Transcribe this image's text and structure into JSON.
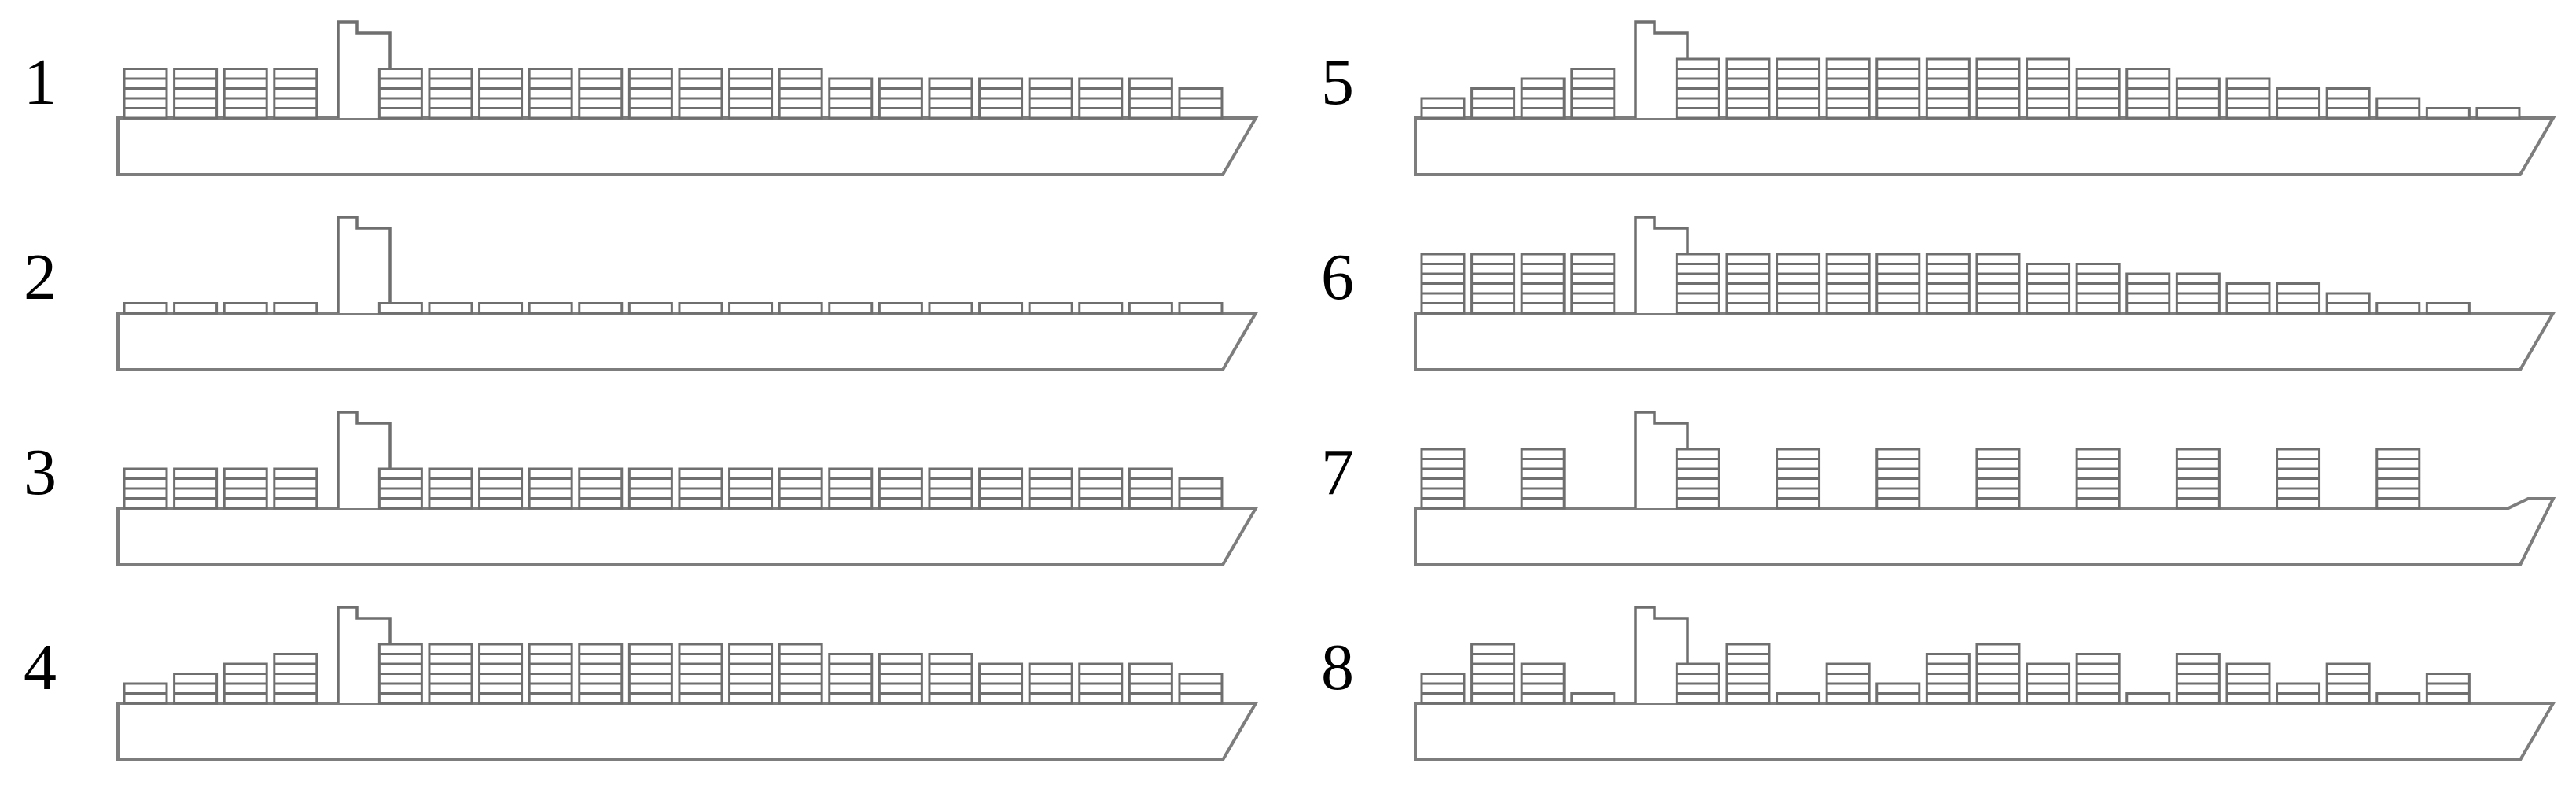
{
  "diagram": {
    "stroke_color": "#6f6f6f",
    "ships": [
      {
        "id": "1",
        "label": "1",
        "bow": "normal",
        "bays": [
          5,
          5,
          5,
          5,
          5,
          5,
          5,
          5,
          5,
          5,
          5,
          5,
          5,
          4,
          4,
          4,
          4,
          4,
          4,
          4,
          3
        ]
      },
      {
        "id": "2",
        "label": "2",
        "bow": "normal",
        "bays": [
          1,
          1,
          1,
          1,
          1,
          1,
          1,
          1,
          1,
          1,
          1,
          1,
          1,
          1,
          1,
          1,
          1,
          1,
          1,
          1,
          1
        ]
      },
      {
        "id": "3",
        "label": "3",
        "bow": "normal",
        "bays": [
          4,
          4,
          4,
          4,
          4,
          4,
          4,
          4,
          4,
          4,
          4,
          4,
          4,
          4,
          4,
          4,
          4,
          4,
          4,
          4,
          3
        ]
      },
      {
        "id": "4",
        "label": "4",
        "bow": "normal",
        "bays": [
          2,
          3,
          4,
          5,
          6,
          6,
          6,
          6,
          6,
          6,
          6,
          6,
          6,
          5,
          5,
          5,
          4,
          4,
          4,
          4,
          3
        ]
      },
      {
        "id": "5",
        "label": "5",
        "bow": "normal",
        "bays": [
          2,
          3,
          4,
          5,
          6,
          6,
          6,
          6,
          6,
          6,
          6,
          6,
          5,
          5,
          4,
          4,
          3,
          3,
          2,
          1,
          1
        ]
      },
      {
        "id": "6",
        "label": "6",
        "bow": "normal",
        "bays": [
          6,
          6,
          6,
          6,
          6,
          6,
          6,
          6,
          6,
          6,
          6,
          5,
          5,
          4,
          4,
          3,
          3,
          2,
          1,
          1,
          0
        ]
      },
      {
        "id": "7",
        "label": "7",
        "bow": "raised",
        "bays": [
          6,
          0,
          6,
          0,
          6,
          0,
          6,
          0,
          6,
          0,
          6,
          0,
          6,
          0,
          6,
          0,
          6,
          0,
          6,
          0,
          0
        ]
      },
      {
        "id": "8",
        "label": "8",
        "bow": "normal",
        "bays": [
          3,
          6,
          4,
          1,
          4,
          6,
          1,
          4,
          2,
          5,
          6,
          4,
          5,
          1,
          5,
          4,
          2,
          4,
          1,
          3,
          0
        ]
      }
    ]
  }
}
